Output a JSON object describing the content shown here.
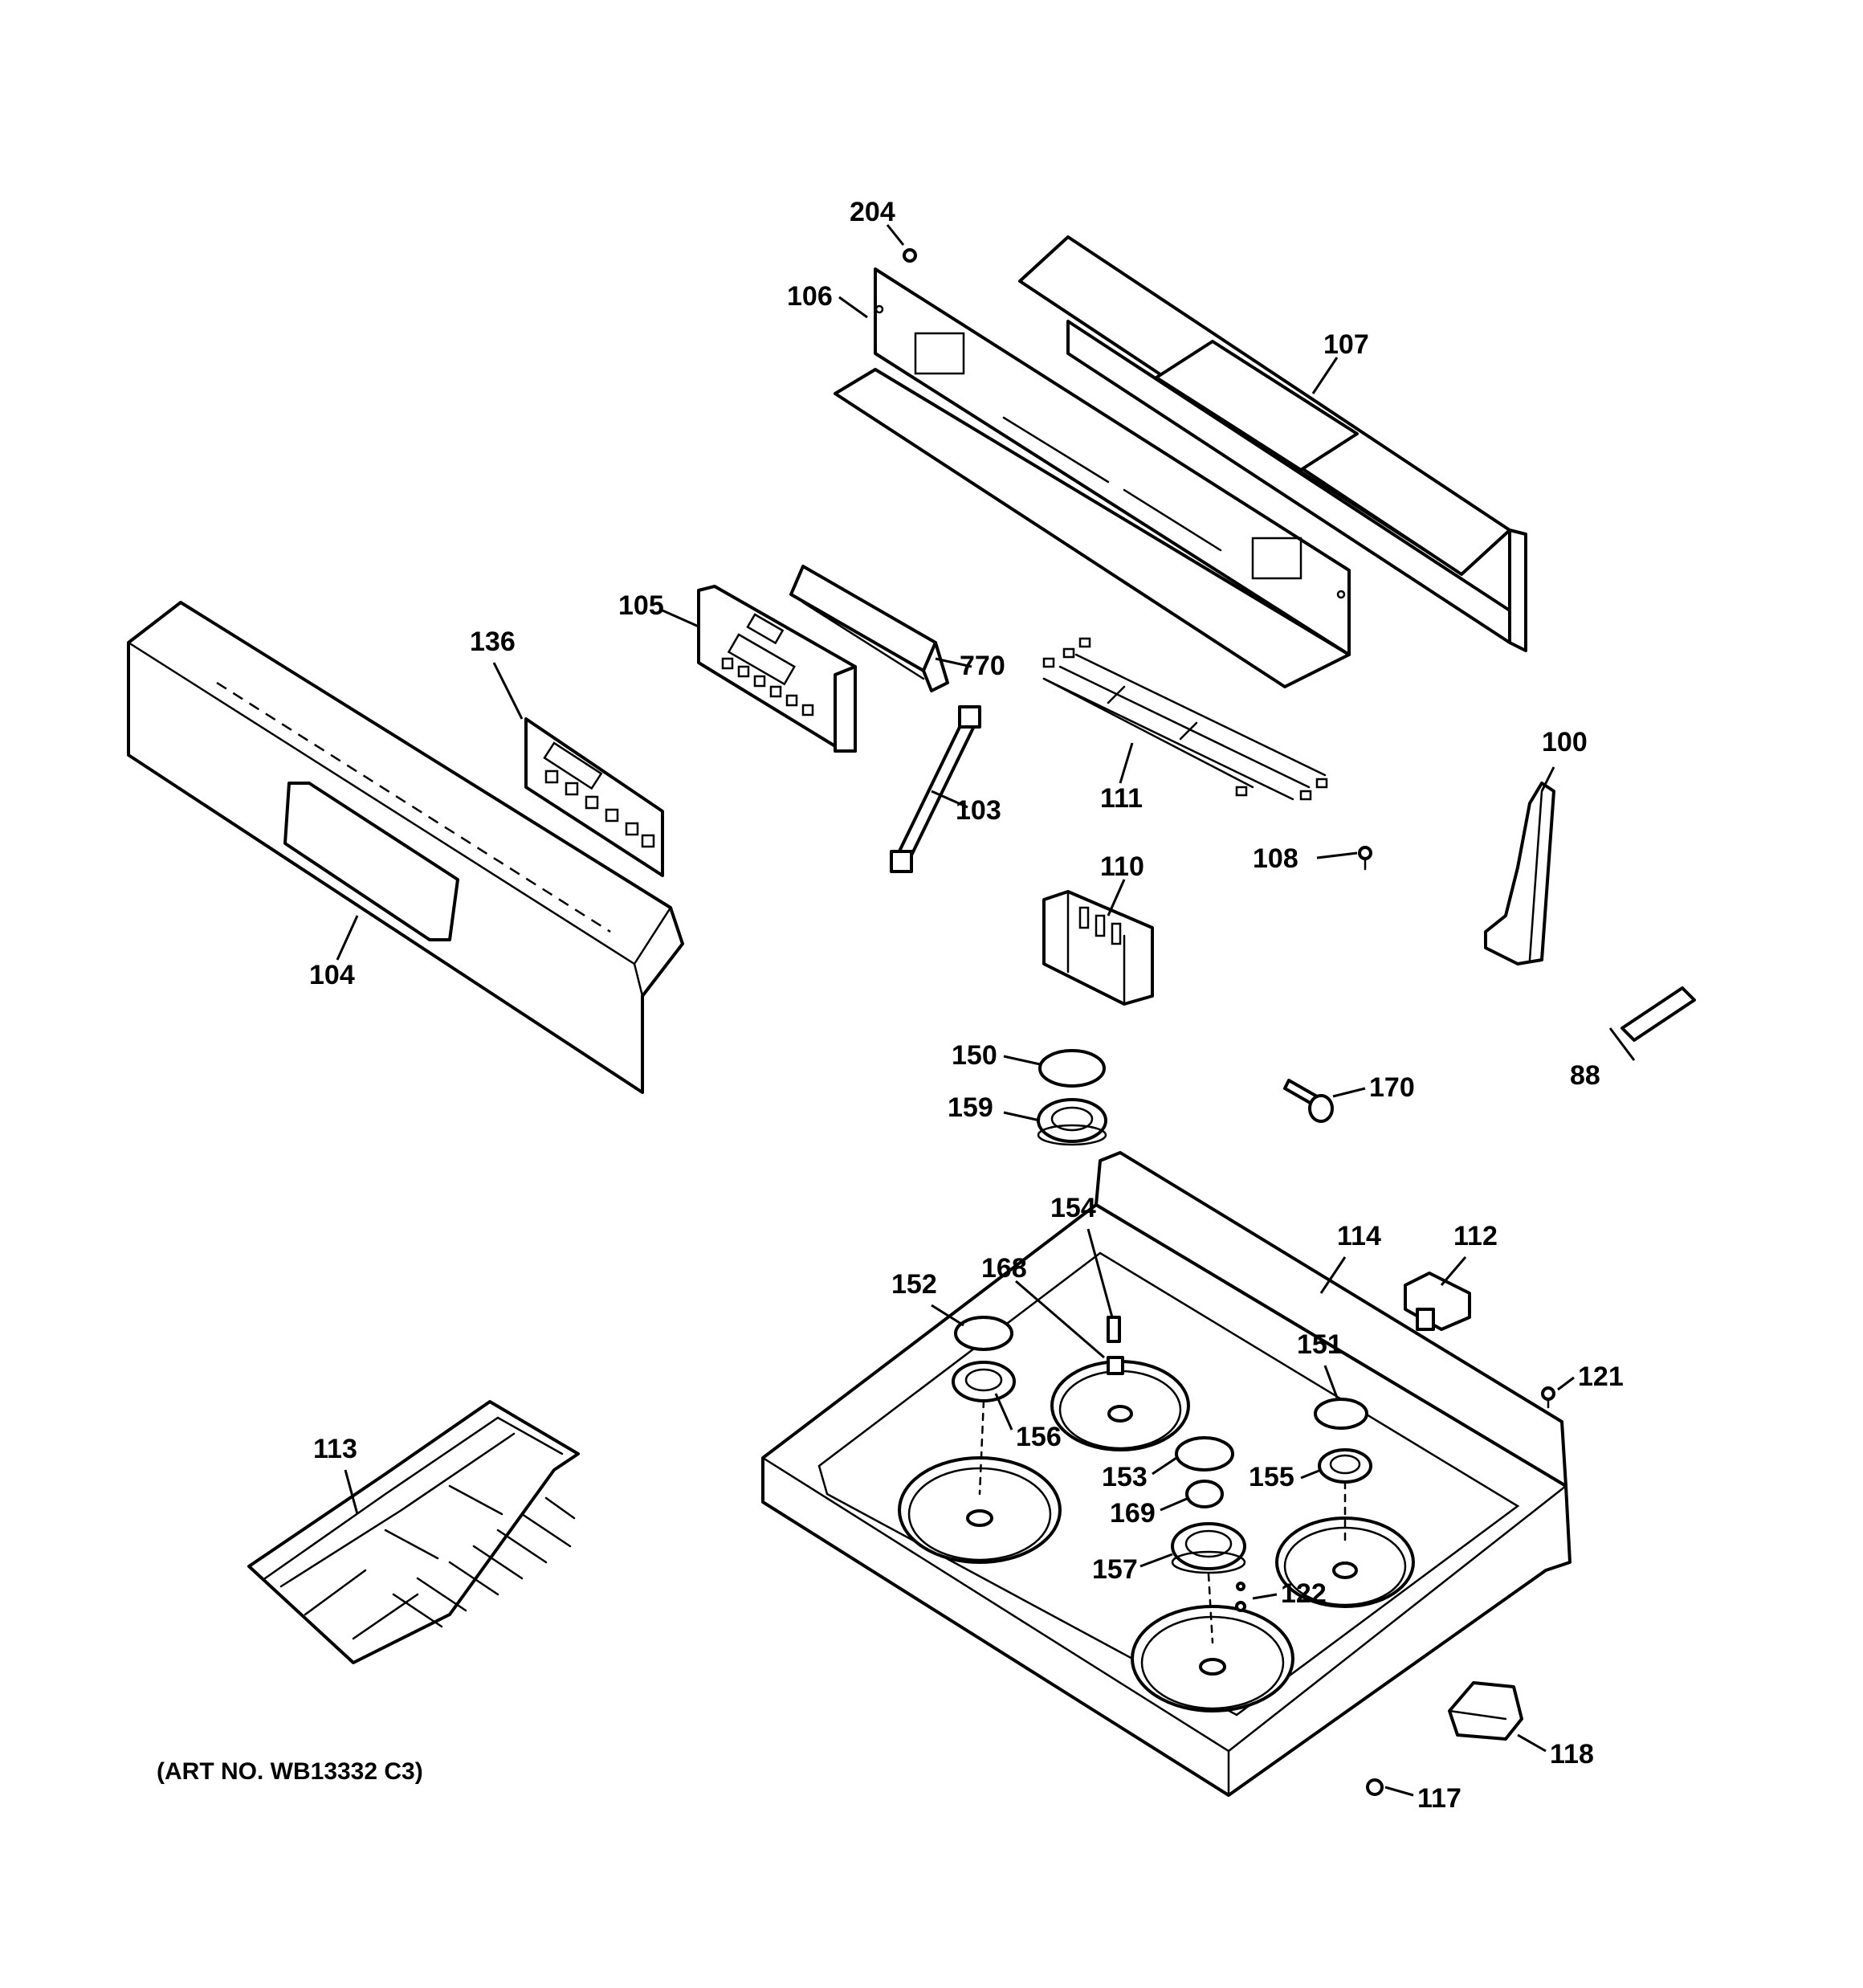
{
  "caption": "(ART NO. WB13332 C3)",
  "callouts": {
    "c204": "204",
    "c106": "106",
    "c107": "107",
    "c105": "105",
    "c136": "136",
    "c770": "770",
    "c103": "103",
    "c111": "111",
    "c100": "100",
    "c108": "108",
    "c110": "110",
    "c104": "104",
    "c150": "150",
    "c159": "159",
    "c170": "170",
    "c88": "88",
    "c154": "154",
    "c114": "114",
    "c112": "112",
    "c168": "168",
    "c152": "152",
    "c151": "151",
    "c121": "121",
    "c156": "156",
    "c153": "153",
    "c155": "155",
    "c169": "169",
    "c113": "113",
    "c157": "157",
    "c122": "122",
    "c118": "118",
    "c117": "117"
  }
}
